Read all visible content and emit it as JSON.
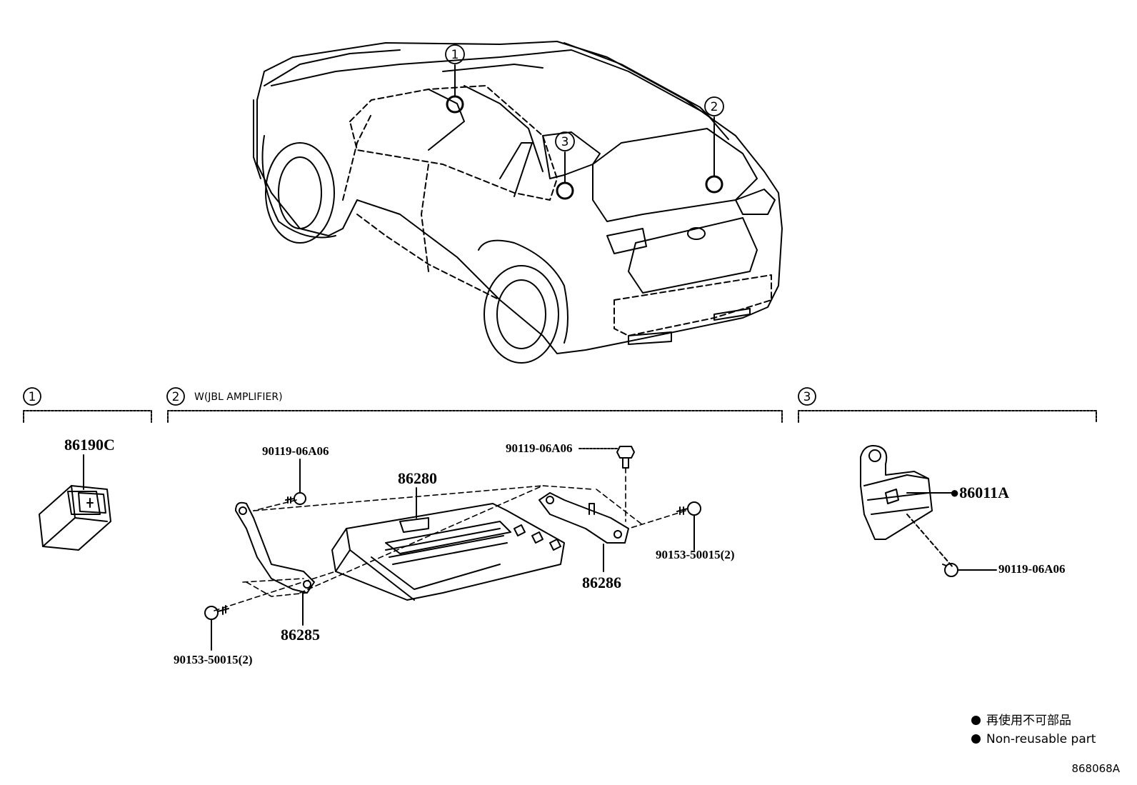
{
  "callout_numbers": [
    "1",
    "2",
    "3"
  ],
  "sections": [
    {
      "number": "1",
      "label": ""
    },
    {
      "number": "2",
      "label": "W(JBL AMPLIFIER)"
    },
    {
      "number": "3",
      "label": ""
    }
  ],
  "parts": {
    "p86190C": "86190C",
    "p86280": "86280",
    "p86285": "86285",
    "p86286": "86286",
    "p86011A": "●86011A",
    "bolt_left": "90119-06A06",
    "bolt_mid": "90119-06A06",
    "bolt_right": "90119-06A06",
    "screw_left": "90153-50015(2)",
    "screw_right": "90153-50015(2)"
  },
  "legend": {
    "line_jp": "再使用不可部品",
    "line_en": "Non-reusable part"
  },
  "diagram_code": "868068A"
}
